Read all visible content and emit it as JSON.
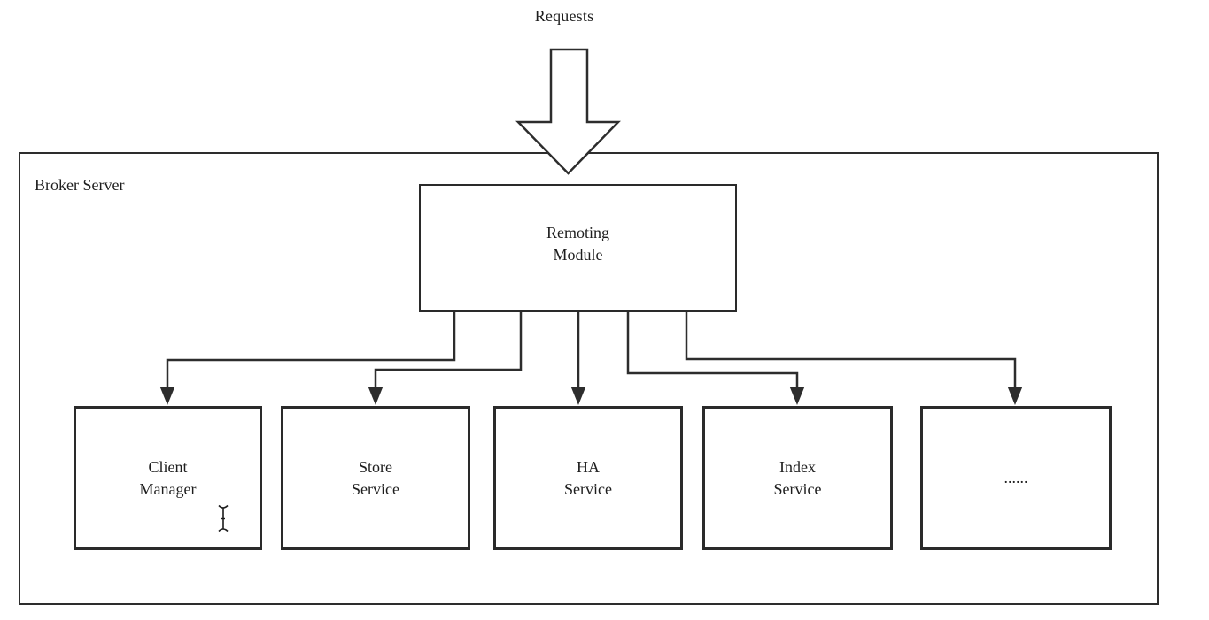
{
  "diagram": {
    "requests_label": "Requests",
    "container": {
      "label": "Broker Server"
    },
    "root_node": {
      "label": "Remoting\nModule"
    },
    "services": [
      {
        "label": "Client\nManager"
      },
      {
        "label": "Store\nService"
      },
      {
        "label": "HA\nService"
      },
      {
        "label": "Index\nService"
      },
      {
        "label": "......"
      }
    ],
    "colors": {
      "line": "#2d2d2d",
      "text": "#1e1e1e",
      "background": "#ffffff"
    }
  }
}
